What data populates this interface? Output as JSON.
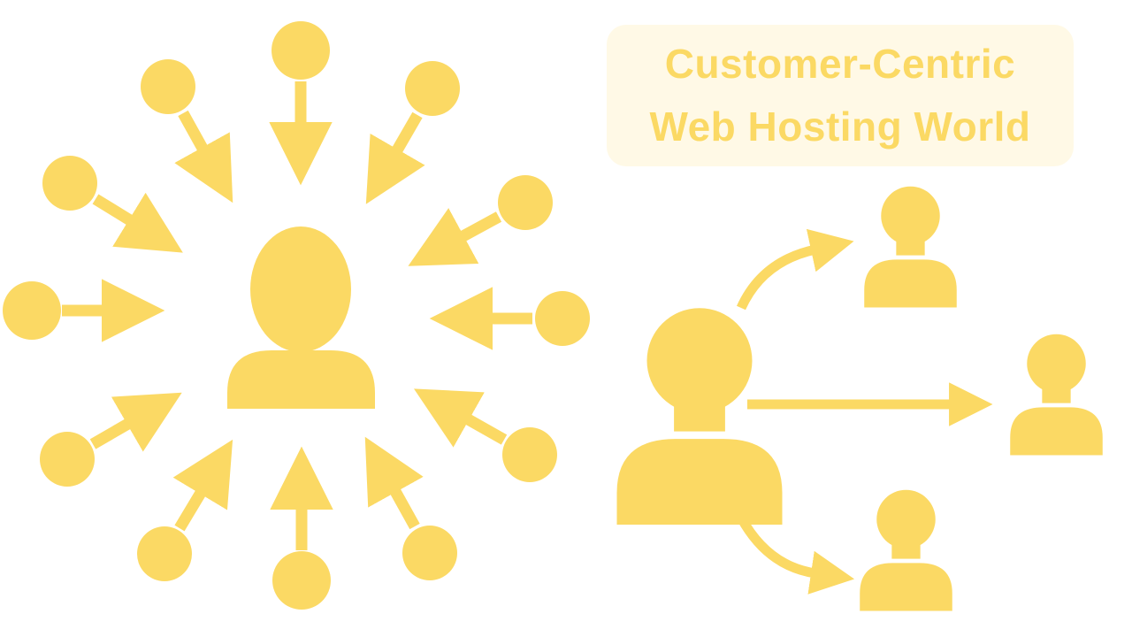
{
  "page": {
    "background_color": "#FFFFFF",
    "accent_color": "#FBD964",
    "title_panel_color": "#FFF9E6"
  },
  "title": {
    "line1": "Customer-Centric",
    "line2": "Web Hosting World"
  },
  "left_diagram": {
    "label": "customers converging on central person",
    "center_icon": "person-icon",
    "satellite_icon": "customer-dot-with-inward-arrow",
    "satellite_count": 12
  },
  "right_diagram": {
    "label": "host reaching out to customers",
    "source_icon": "person-icon",
    "target_icon": "person-icon",
    "target_count": 3,
    "arrow_count": 3
  }
}
